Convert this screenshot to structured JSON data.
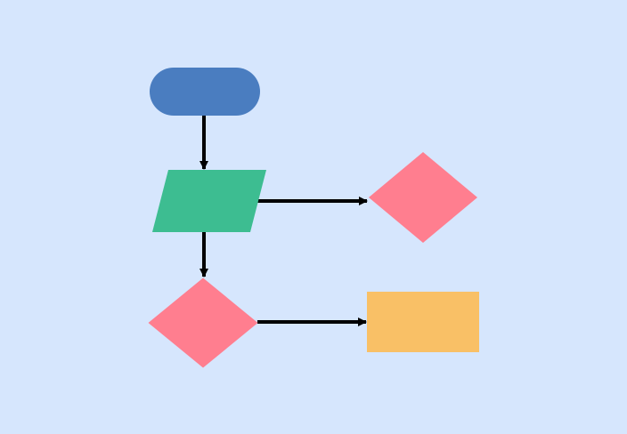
{
  "diagram": {
    "type": "flowchart",
    "background": "#D6E6FD",
    "edge_color": "#000000",
    "nodes": [
      {
        "id": "start",
        "shape": "terminator",
        "label": "",
        "color": "#4A7DC0"
      },
      {
        "id": "input",
        "shape": "parallelogram",
        "label": "",
        "color": "#3DBD91"
      },
      {
        "id": "decision-right",
        "shape": "diamond",
        "label": "",
        "color": "#FF7E8F"
      },
      {
        "id": "decision-bottom",
        "shape": "diamond",
        "label": "",
        "color": "#FF7E8F"
      },
      {
        "id": "process",
        "shape": "rectangle",
        "label": "",
        "color": "#F9C066"
      }
    ],
    "edges": [
      {
        "from": "start",
        "to": "input"
      },
      {
        "from": "input",
        "to": "decision-right"
      },
      {
        "from": "input",
        "to": "decision-bottom"
      },
      {
        "from": "decision-bottom",
        "to": "process"
      }
    ]
  }
}
